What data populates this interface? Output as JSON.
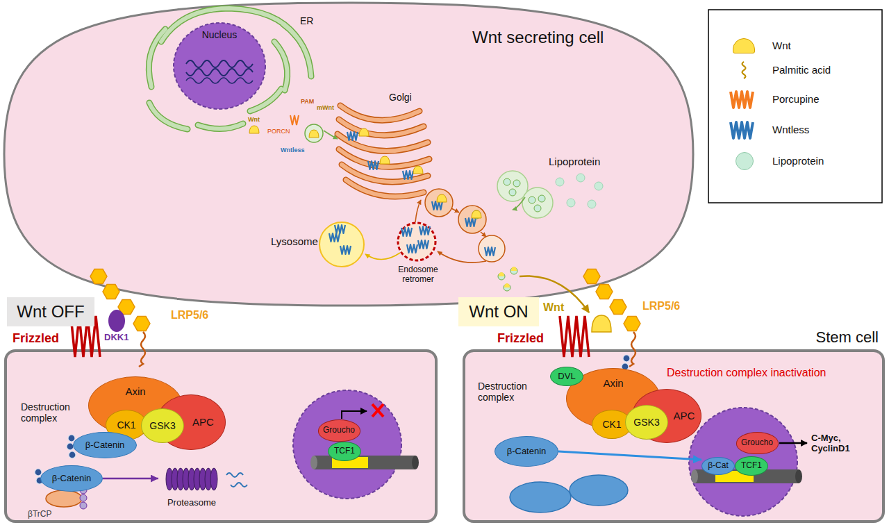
{
  "diagram": {
    "nodes": [
      {
        "text": [
          "Wnt secreting cell"
        ]
      },
      {
        "text": [
          "Nucleus"
        ],
        "in": 0
      },
      {
        "text": [
          "Wnt OFF"
        ]
      },
      {
        "text": [
          "Wnt ON"
        ]
      },
      {
        "text": [
          "Destruction complex"
        ]
      },
      {
        "text": [
          "Axin"
        ],
        "in": 4
      },
      {
        "text": [
          "APC"
        ],
        "in": 4
      },
      {
        "text": [
          "CK1"
        ],
        "in": 4
      },
      {
        "text": [
          "GSK3"
        ],
        "in": 4
      },
      {
        "text": [
          "β-Catenin"
        ],
        "in": 4
      },
      {
        "text": [
          "β-Catenin"
        ],
        "in": 4
      },
      {
        "text": [
          "Proteasome"
        ],
        "in": 4
      },
      {
        "text": [
          "Groucho"
        ],
        "in": 4
      },
      {
        "text": [
          "TCF1"
        ],
        "in": 4
      },
      {
        "text": [
          "Stem cell",
          "Destruction complex",
          "Destruction complex inactivation"
        ]
      },
      {
        "text": [
          "Axin"
        ],
        "in": 14
      },
      {
        "text": [
          "APC"
        ],
        "in": 14
      },
      {
        "text": [
          "CK1"
        ],
        "in": 14
      },
      {
        "text": [
          "GSK3"
        ],
        "in": 14
      },
      {
        "text": [
          "DVL"
        ],
        "in": 14
      },
      {
        "text": [
          "β-Catenin"
        ],
        "in": 14
      },
      {
        "text": [
          "Groucho"
        ],
        "in": 14
      },
      {
        "text": [
          "β-Cat"
        ],
        "in": 14
      },
      {
        "text": [
          "TCF1"
        ],
        "in": 14
      }
    ],
    "edges": [
      {
        "from": 10,
        "to": 11,
        "arrow": "to"
      },
      {
        "from": 20,
        "to": 22,
        "arrow": "to"
      }
    ],
    "labels": [
      "ER",
      "Golgi",
      "PAM",
      "mWnt",
      "Wnt",
      "PORCN",
      "Wntless",
      "Lipoprotein",
      "Lysosome",
      "Endosome retromer",
      "Frizzled",
      "DKK1",
      "LRP5/6",
      "βTrCP",
      "Frizzled",
      "Wnt",
      "LRP5/6",
      "C-Myc, CyclinD1"
    ],
    "legend": [
      {
        "text": "Wnt",
        "color": "#ffe14d"
      },
      {
        "text": "Palmitic acid"
      },
      {
        "text": "Porcupine"
      },
      {
        "text": "Wntless"
      },
      {
        "text": "Lipoprotein",
        "color": "#c9ecd9"
      }
    ]
  }
}
